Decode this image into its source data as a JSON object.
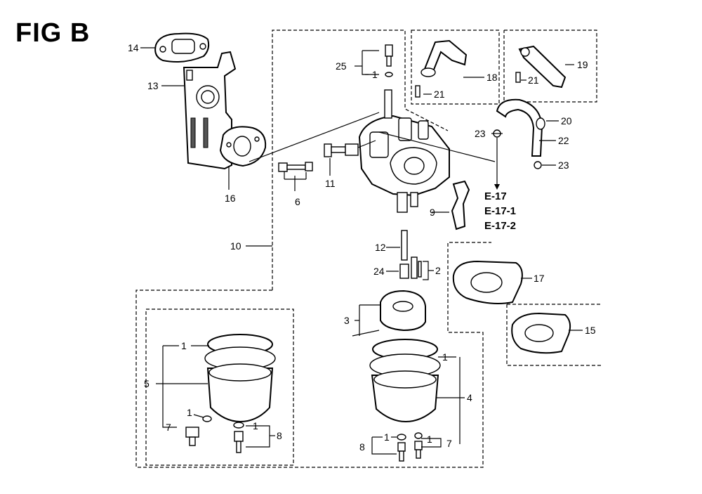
{
  "figure": {
    "title": "FIG B"
  },
  "references": [
    "E-17",
    "E-17-1",
    "E-17-2"
  ],
  "callouts": {
    "c14": "14",
    "c13": "13",
    "c16": "16",
    "c6": "6",
    "c11": "11",
    "c10": "10",
    "c25": "25",
    "c1_top": "1",
    "c18": "18",
    "c21a": "21",
    "c19": "19",
    "c21b": "21",
    "c20": "20",
    "c22": "22",
    "c23a": "23",
    "c23b": "23",
    "c9": "9",
    "c12": "12",
    "c24": "24",
    "c2": "2",
    "c17": "17",
    "c3": "3",
    "c15": "15",
    "c1_left": "1",
    "c5": "5",
    "c1_left_small": "1",
    "c7_left": "7",
    "c1_left_b": "1",
    "c8_left": "8",
    "c1_right": "1",
    "c4": "4",
    "c8_right": "8",
    "c1_right_a": "1",
    "c1_right_b": "1",
    "c7_right": "7"
  }
}
